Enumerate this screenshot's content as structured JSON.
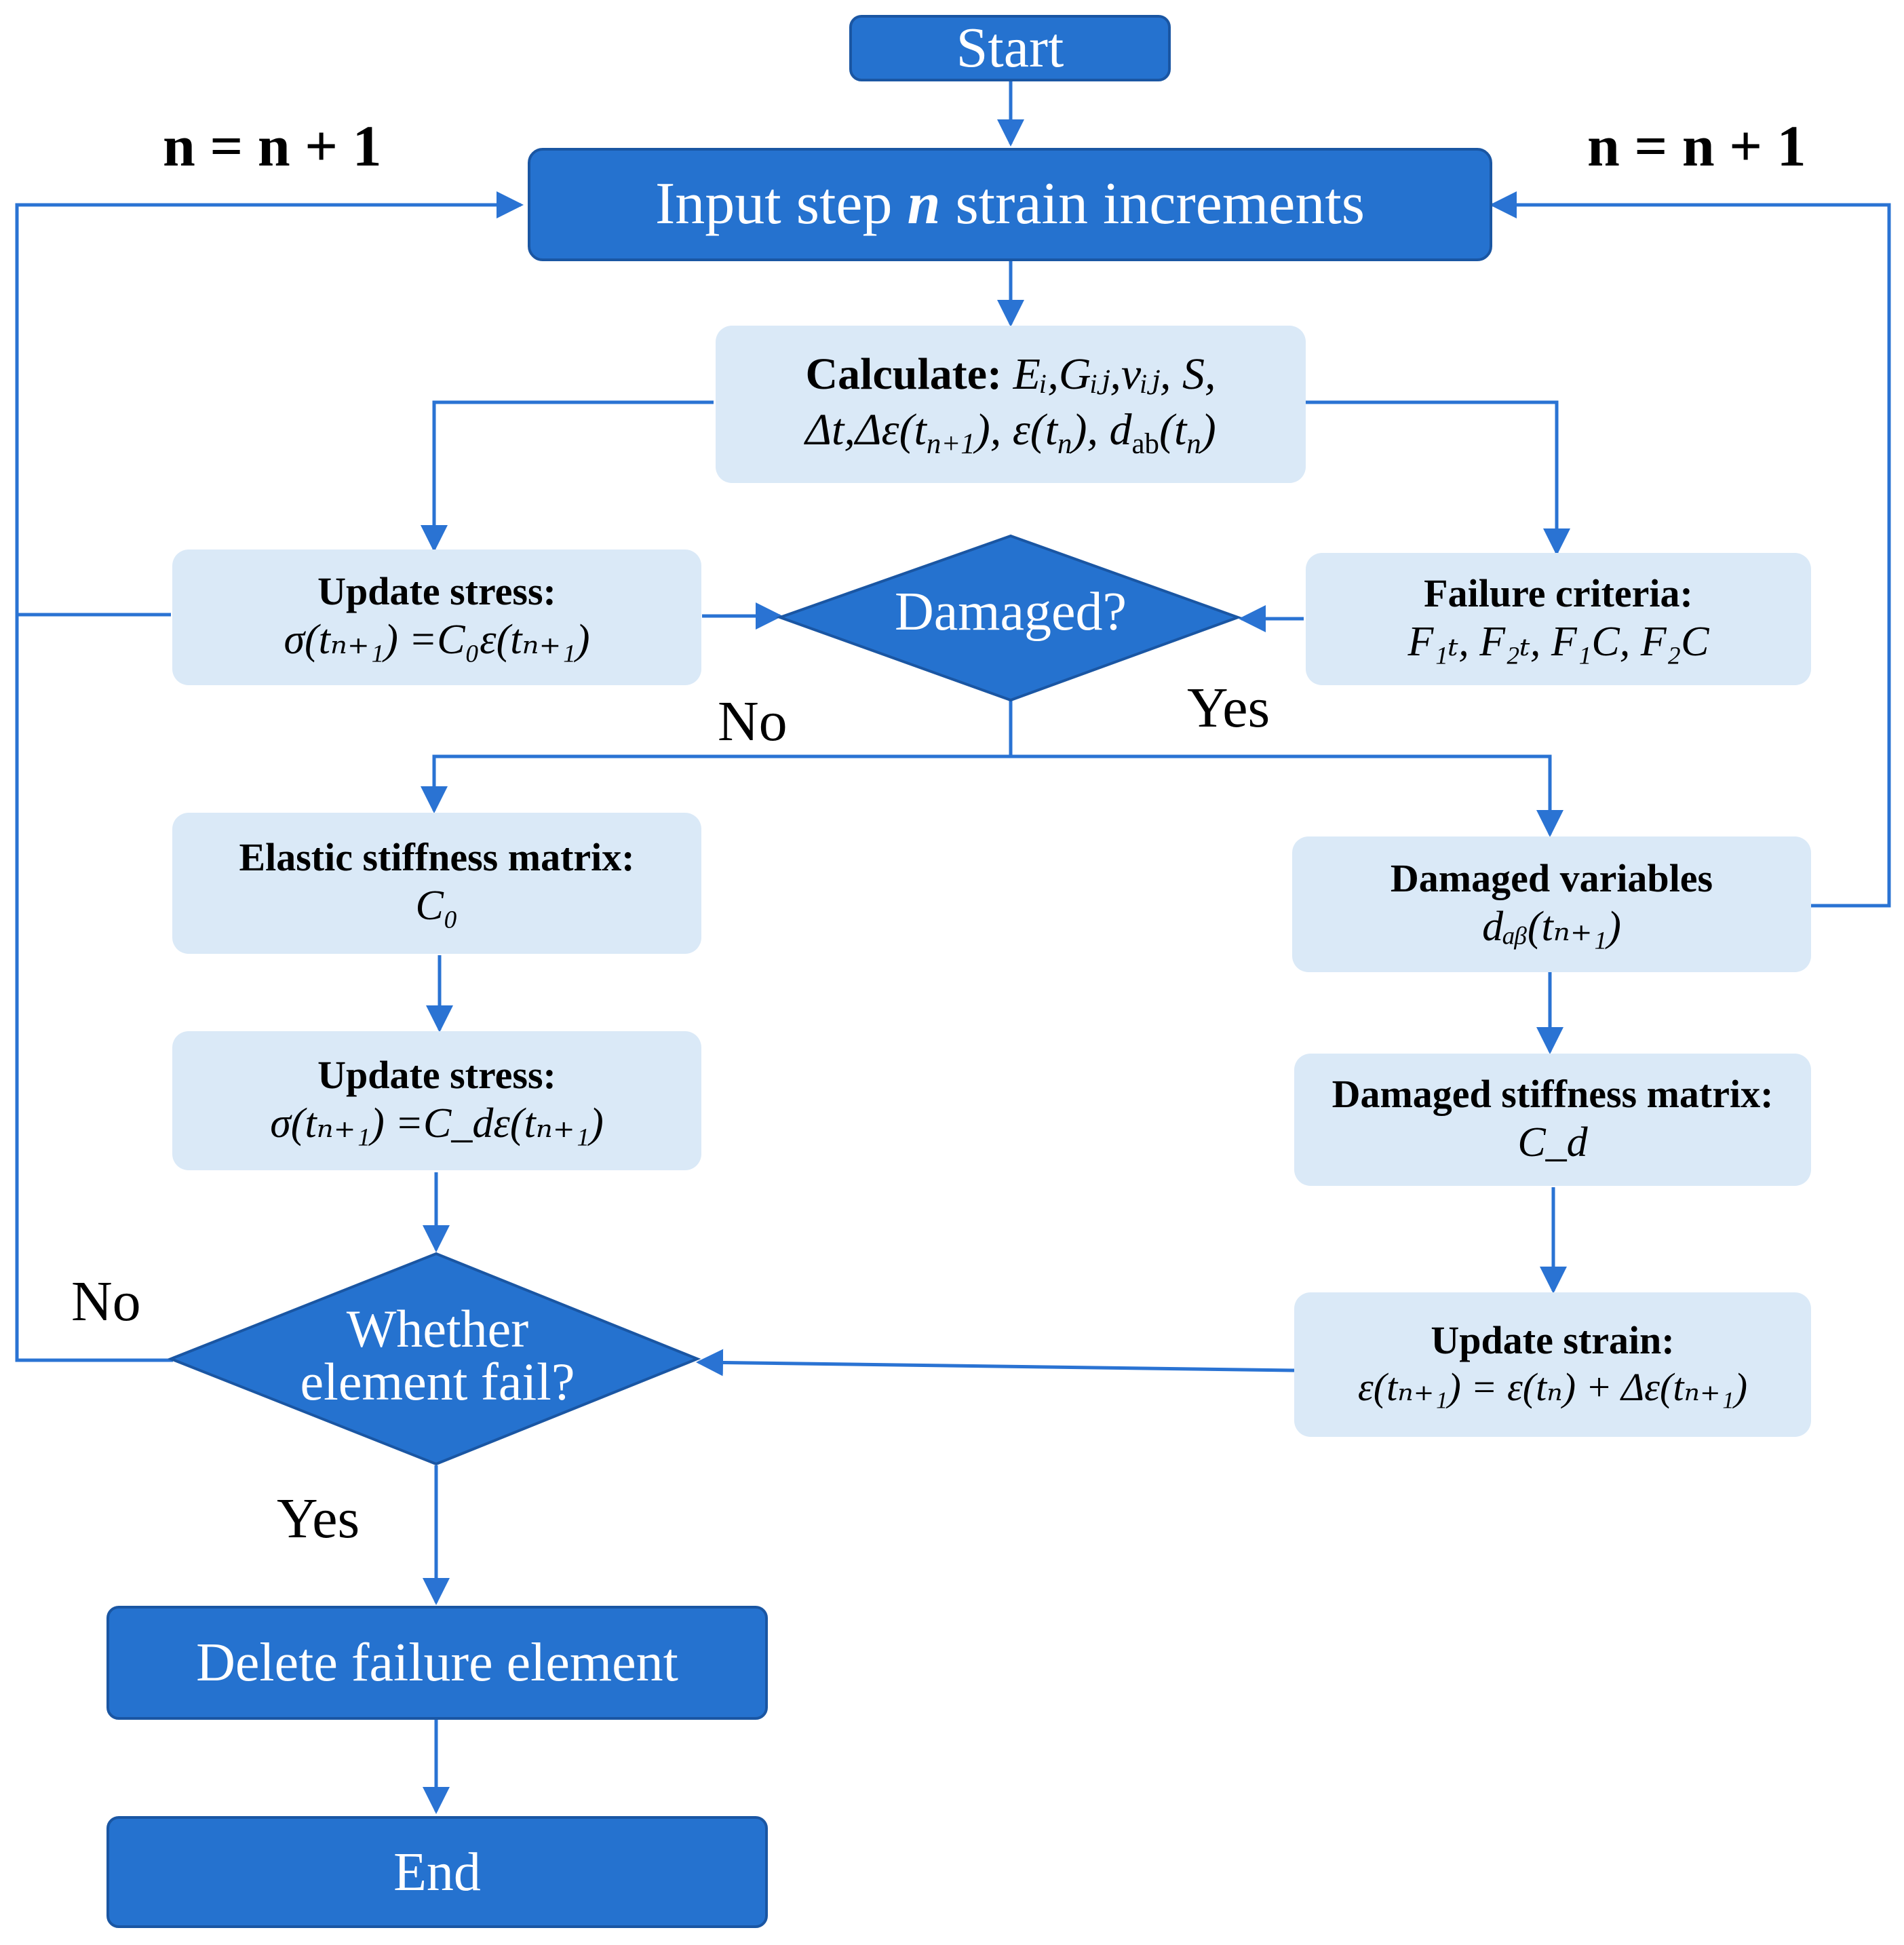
{
  "colors": {
    "dark_fill": "#2572cf",
    "dark_border": "#1a56a3",
    "light_fill": "#dae9f7",
    "connector": "#2a73d3"
  },
  "nodes": {
    "start": "Start",
    "input_prefix": "Input step ",
    "input_var": "n",
    "input_suffix": " strain increments",
    "calc_label": "Calculate:",
    "calc_line1": " Eᵢ,Gᵢⱼ,vᵢⱼ, S,",
    "calc_line2_a": "Δt,Δε(t",
    "calc_line2_b": "n+1",
    "calc_line2_c": "), ε(t",
    "calc_line2_d": "n",
    "calc_line2_e": "), d",
    "calc_line2_f": "ab",
    "calc_line2_g": "(t",
    "calc_line2_h": "n",
    "calc_line2_i": ")",
    "update_stress_1_title": "Update stress:",
    "update_stress_1_formula": "σ(tₙ₊₁) =C₀ε(tₙ₊₁)",
    "damaged_q": "Damaged?",
    "failure_title": "Failure criteria:",
    "failure_formula": "F₁ₜ, F₂ₜ, F₁C, F₂C",
    "elastic_title": "Elastic stiffness matrix:",
    "elastic_formula": "C₀",
    "damaged_vars_title": "Damaged variables",
    "damaged_vars_formula": "dₐᵦ(tₙ₊₁)",
    "update_stress_2_title": "Update stress:",
    "update_stress_2_formula": "σ(tₙ₊₁) =C_dε(tₙ₊₁)",
    "damaged_stiff_title": "Damaged stiffness matrix:",
    "damaged_stiff_formula": "C_d",
    "update_strain_title": "Update strain:",
    "update_strain_formula": "ε(tₙ₊₁) = ε(tₙ) + Δε(tₙ₊₁)",
    "whether_line1": "Whether",
    "whether_line2": "element fail?",
    "delete": "Delete failure element",
    "end": "End"
  },
  "edge_labels": {
    "no_damage": "No",
    "yes_damage": "Yes",
    "no_fail": "No",
    "yes_fail": "Yes",
    "loop_left": "n = n + 1",
    "loop_right": "n = n + 1"
  }
}
